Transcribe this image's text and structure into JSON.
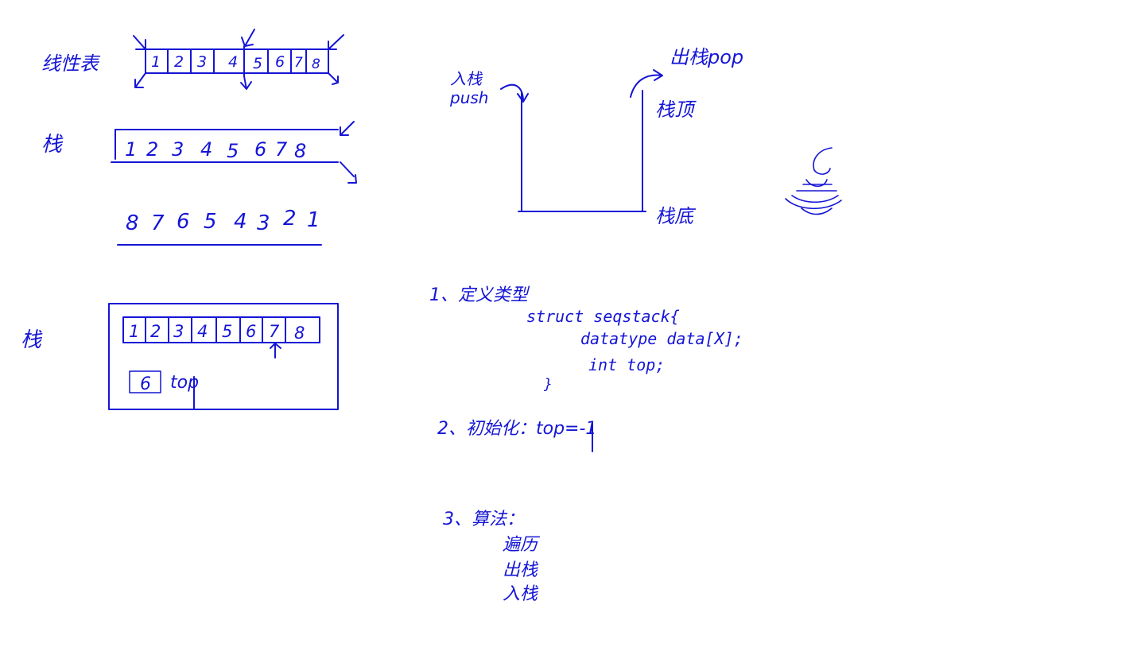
{
  "colors": {
    "ink": "#1515d6",
    "background": "#ffffff"
  },
  "left": {
    "linear_list": {
      "label": "线性表",
      "cells": [
        "1",
        "2",
        "3",
        "4",
        "5",
        "6",
        "7",
        "8"
      ]
    },
    "stack_row": {
      "label": "栈",
      "top_sequence": [
        "1",
        "2",
        "3",
        "4",
        "5",
        "6",
        "7",
        "8"
      ],
      "bottom_sequence": [
        "8",
        "7",
        "6",
        "5",
        "4",
        "3",
        "2",
        "1"
      ]
    },
    "array_stack": {
      "label": "栈",
      "cells": [
        "1",
        "2",
        "3",
        "4",
        "5",
        "6",
        "7",
        "8"
      ],
      "top_value": "6",
      "top_label": "top"
    }
  },
  "diagram": {
    "push_label_1": "入栈",
    "push_label_2": "push",
    "pop_label": "出栈pop",
    "top_label": "栈顶",
    "bottom_label": "栈底"
  },
  "notes": {
    "item1_title": "1、定义类型",
    "code_line1": "struct seqstack{",
    "code_line2": "datatype data[X];",
    "code_line3": "int top;",
    "code_line4": "}",
    "item2": "2、初始化：top=-1",
    "item3_title": "3、算法：",
    "algorithms": [
      "遍历",
      "出栈",
      "入栈"
    ]
  }
}
